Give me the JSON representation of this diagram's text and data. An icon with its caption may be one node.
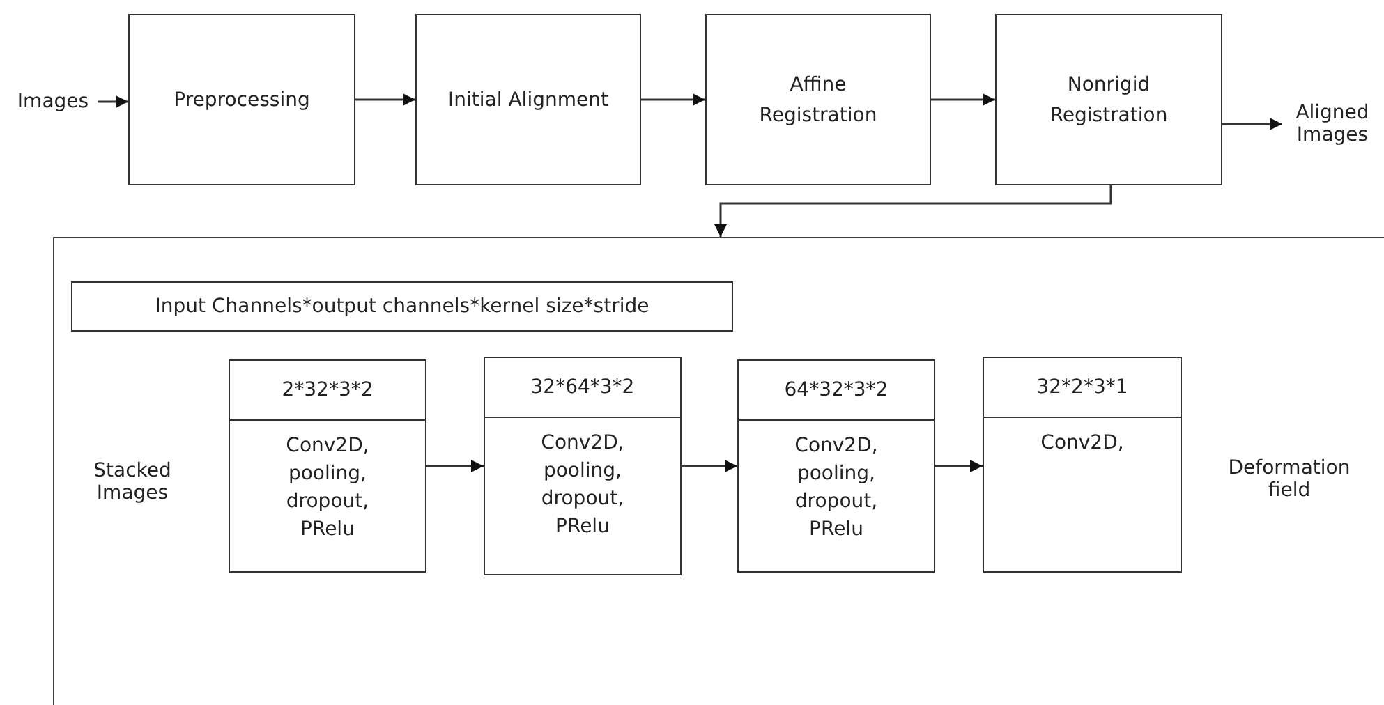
{
  "diagram": {
    "nodes": [
      {
        "text": [
          "Images"
        ]
      },
      {
        "text": [
          "Preprocessing"
        ]
      },
      {
        "text": [
          "Initial Alignment"
        ]
      },
      {
        "text": [
          "Affine Registration"
        ]
      },
      {
        "text": [
          "Nonrigid Registration"
        ]
      },
      {
        "text": [
          "Aligned Images"
        ]
      },
      {
        "text": [],
        "shape": "box"
      },
      {
        "text": [
          "Input Channels*output channels*kernel size*stride"
        ],
        "in": 6
      },
      {
        "text": [
          "Stacked Images"
        ],
        "in": 6
      },
      {
        "text": [
          "2*32*3*2",
          "Conv2D, pooling, dropout, PRelu"
        ],
        "in": 6
      },
      {
        "text": [
          "32*64*3*2",
          "Conv2D, pooling, dropout, PRelu"
        ],
        "in": 6
      },
      {
        "text": [
          "64*32*3*2",
          "Conv2D, pooling, dropout, PRelu"
        ],
        "in": 6
      },
      {
        "text": [
          "32*2*3*1",
          "Conv2D,"
        ],
        "in": 6
      },
      {
        "text": [
          "Deformation field"
        ],
        "in": 6
      }
    ],
    "edges": [
      {
        "from": 0,
        "to": 1,
        "arrow": "to"
      },
      {
        "from": 1,
        "to": 2,
        "arrow": "to"
      },
      {
        "from": 2,
        "to": 3,
        "arrow": "to"
      },
      {
        "from": 3,
        "to": 4,
        "arrow": "to"
      },
      {
        "from": 4,
        "to": 5,
        "arrow": "to"
      },
      {
        "from": 4,
        "to": 6,
        "arrow": "to"
      },
      {
        "from": 9,
        "to": 10,
        "arrow": "to"
      },
      {
        "from": 10,
        "to": 11,
        "arrow": "to"
      },
      {
        "from": 11,
        "to": 12,
        "arrow": "to"
      }
    ]
  }
}
